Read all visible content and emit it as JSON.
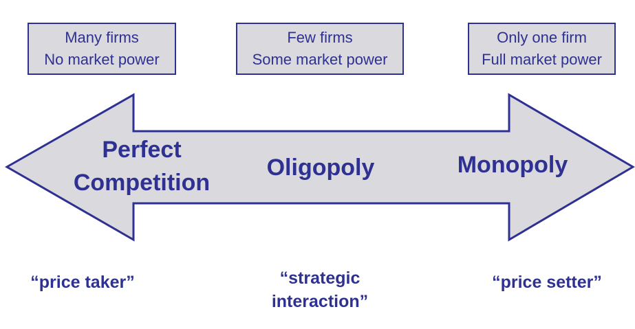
{
  "boxes": {
    "left": {
      "line1": "Many firms",
      "line2": "No market power"
    },
    "middle": {
      "line1": "Few firms",
      "line2": "Some market power"
    },
    "right": {
      "line1": "Only one firm",
      "line2": "Full market power"
    }
  },
  "arrow": {
    "left_label_line1": "Perfect",
    "left_label_line2": "Competition",
    "middle_label": "Oligopoly",
    "right_label": "Monopoly",
    "fill_color": "#d9d9de",
    "stroke_color": "#2e3192"
  },
  "quotes": {
    "left": "“price taker”",
    "middle_line1": "“strategic",
    "middle_line2": "interaction”",
    "right": "“price setter”"
  },
  "colors": {
    "text": "#2e3192",
    "box_fill": "#d9d9de"
  }
}
